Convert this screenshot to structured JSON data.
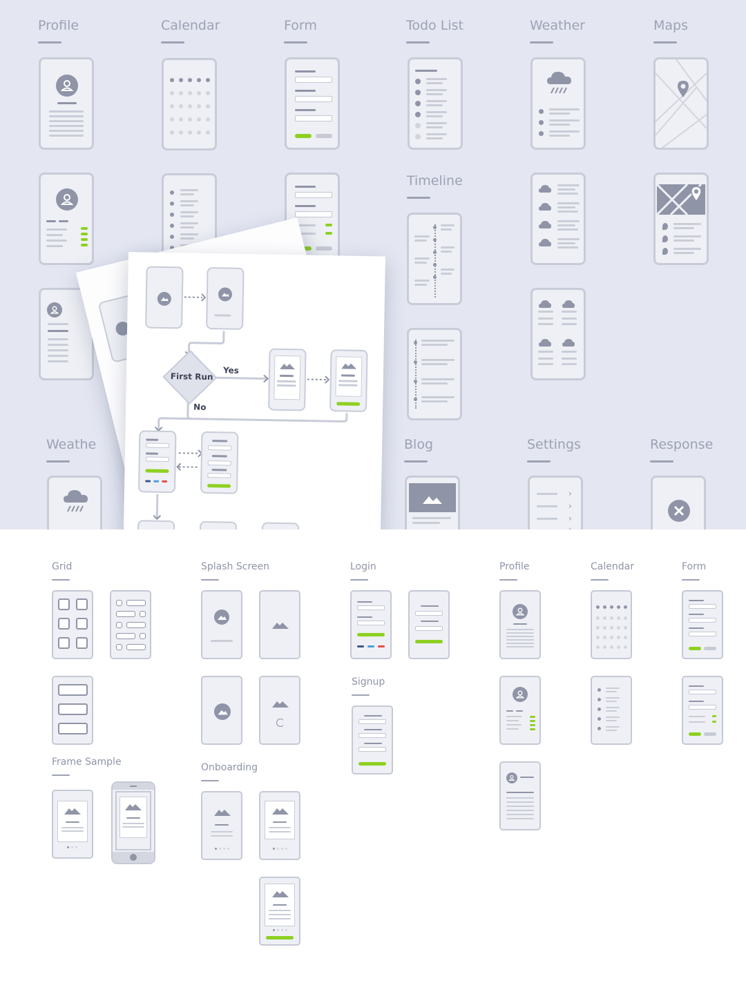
{
  "categories_top": [
    "Profile",
    "Calendar",
    "Form",
    "Todo List",
    "Weather",
    "Maps",
    "Timeline",
    "Weathe",
    "Blog",
    "Settings",
    "Response"
  ],
  "categories_bottom": [
    "Grid",
    "Splash Screen",
    "Login",
    "Profile",
    "Calendar",
    "Form",
    "Signup",
    "Frame Sample",
    "Onboarding"
  ],
  "flowchart": {
    "decision": "First Run",
    "yes": "Yes",
    "no": "No"
  },
  "colors": {
    "top_bg": "#e4e7f2",
    "accent": "#8ed021",
    "red": "#e14d4d",
    "blue": "#4b9edb",
    "navy": "#3e5585"
  },
  "icons": [
    "user-avatar-icon",
    "image-icon",
    "cloud-rain-icon",
    "map-pin-icon",
    "close-icon",
    "chevron-right-icon",
    "loading-icon",
    "checkbox-icon"
  ]
}
